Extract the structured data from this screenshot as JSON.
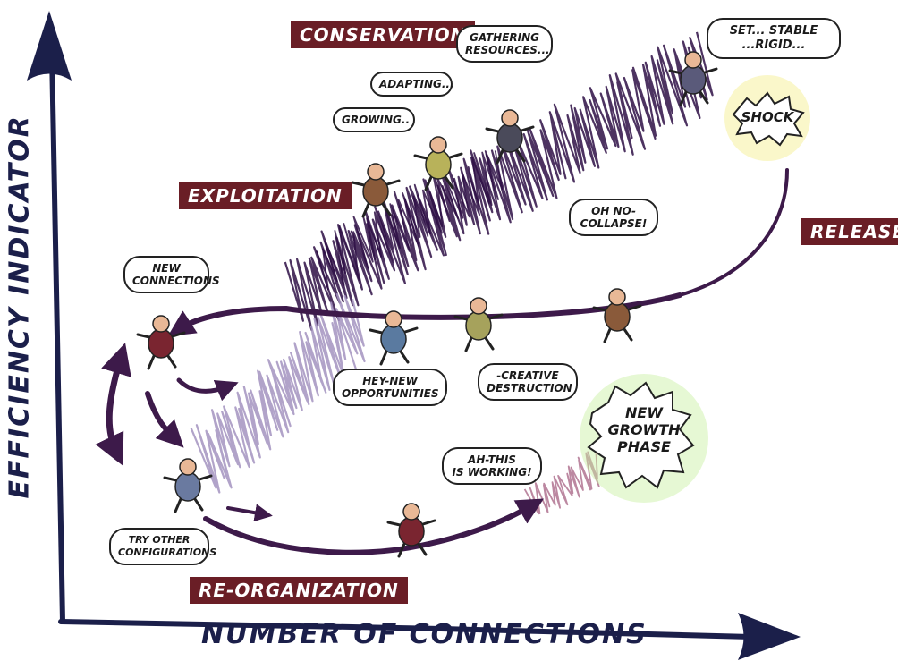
{
  "axes": {
    "x_label": "NUMBER OF CONNECTIONS",
    "y_label": "EFFICIENCY INDICATOR"
  },
  "phases": {
    "conservation": "CONSERVATION",
    "exploitation": "EXPLOITATION",
    "release": "RELEASE",
    "reorganization": "RE-ORGANIZATION"
  },
  "bubbles": {
    "gathering": [
      "GATHERING",
      "RESOURCES..."
    ],
    "adapting": [
      "ADAPTING..."
    ],
    "growing": [
      "GROWING.."
    ],
    "set_stable": [
      "SET... STABLE",
      "...RIGID..."
    ],
    "new_connections": [
      "NEW",
      "CONNECTIONS"
    ],
    "oh_no": [
      "OH NO-",
      "COLLAPSE!"
    ],
    "hey_new": [
      "HEY-NEW",
      "OPPORTUNITIES"
    ],
    "creative": [
      "-CREATIVE",
      "DESTRUCTION"
    ],
    "ah_this": [
      "AH-THIS",
      "IS WORKING!"
    ],
    "try_other": [
      "TRY OTHER",
      "CONFIGURATIONS"
    ]
  },
  "bursts": {
    "shock": "SHOCK",
    "new_growth": [
      "NEW",
      "GROWTH",
      "PHASE"
    ]
  },
  "colors": {
    "axis": "#1b1f4a",
    "path": "#3d1a4a",
    "phase_label_bg": "#6a1e26",
    "scribble_dark": "#2e0f45",
    "scribble_light": "#a393bf",
    "scribble_pink": "#b07390",
    "shock_glow": "#f3ee8a",
    "growth_glow": "#c8f0a0"
  },
  "icons": [
    "person-figure-icon",
    "shock-burst-icon",
    "growth-burst-icon",
    "arrow-icon"
  ]
}
